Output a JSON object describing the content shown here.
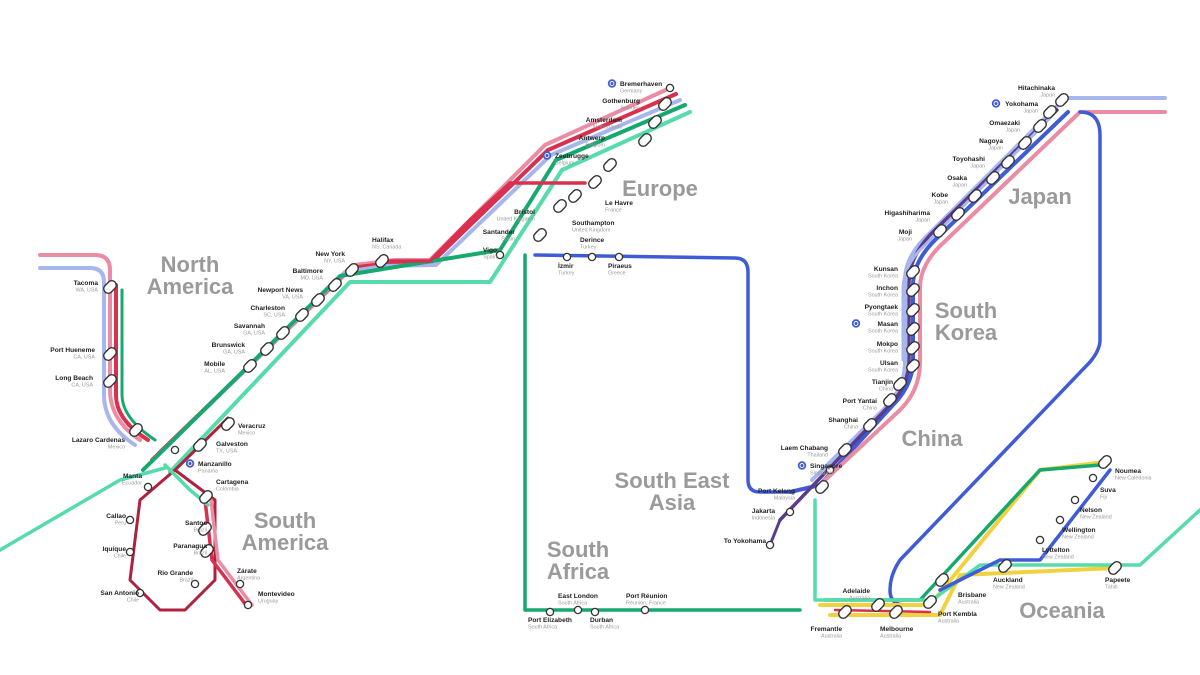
{
  "colors": {
    "red": "#d8304f",
    "dark_red": "#b0213e",
    "pink": "#ea8ca3",
    "blue_light": "#a8b6ee",
    "blue": "#3f5bd6",
    "purple": "#5b3b8c",
    "green": "#17a86f",
    "mint": "#56dbaa",
    "yellow": "#f2d13f",
    "gray_label": "#9a9a9a"
  },
  "regions": {
    "north_america": [
      "North",
      "America"
    ],
    "europe": [
      "Europe"
    ],
    "japan": [
      "Japan"
    ],
    "south_korea": [
      "South",
      "Korea"
    ],
    "china": [
      "China"
    ],
    "south_east_asia": [
      "South East",
      "Asia"
    ],
    "south_america": [
      "South",
      "America"
    ],
    "south_africa": [
      "South",
      "Africa"
    ],
    "oceania": [
      "Oceania"
    ]
  },
  "ports": [
    {
      "id": "bremerhaven",
      "name": "Bremerhaven",
      "country": "Germany",
      "hub": true
    },
    {
      "id": "gothenburg",
      "name": "Gothenburg",
      "country": "Sweden"
    },
    {
      "id": "amsterdam",
      "name": "Amsterdam",
      "country": "Netherlands"
    },
    {
      "id": "antwerp",
      "name": "Antwerp",
      "country": "Belgium"
    },
    {
      "id": "zeebrugge",
      "name": "Zeebrugge",
      "country": "Belgium",
      "hub": true
    },
    {
      "id": "le_havre",
      "name": "Le Havre",
      "country": "France"
    },
    {
      "id": "bristol",
      "name": "Bristol",
      "country": "United Kingdom"
    },
    {
      "id": "southampton",
      "name": "Southampton",
      "country": "United Kingdom"
    },
    {
      "id": "santander",
      "name": "Santander",
      "country": "Spain"
    },
    {
      "id": "vigo",
      "name": "Vigo",
      "country": "Spain"
    },
    {
      "id": "derince",
      "name": "Derince",
      "country": "Turkey"
    },
    {
      "id": "izmir",
      "name": "İzmir",
      "country": "Turkey"
    },
    {
      "id": "piraeus",
      "name": "Piraeus",
      "country": "Greece"
    },
    {
      "id": "halifax",
      "name": "Halifax",
      "country": "NS, Canada"
    },
    {
      "id": "new_york",
      "name": "New York",
      "country": "NY, USA"
    },
    {
      "id": "baltimore",
      "name": "Baltimore",
      "country": "MD, USA"
    },
    {
      "id": "newport_news",
      "name": "Newport News",
      "country": "VA, USA"
    },
    {
      "id": "charleston",
      "name": "Charleston",
      "country": "SC, USA"
    },
    {
      "id": "savannah",
      "name": "Savannah",
      "country": "GA, USA"
    },
    {
      "id": "brunswick",
      "name": "Brunswick",
      "country": "GA, USA"
    },
    {
      "id": "mobile",
      "name": "Mobile",
      "country": "AL, USA"
    },
    {
      "id": "tacoma",
      "name": "Tacoma",
      "country": "WA, USA"
    },
    {
      "id": "port_hueneme",
      "name": "Port Hueneme",
      "country": "CA, USA"
    },
    {
      "id": "long_beach",
      "name": "Long Beach",
      "country": "CA, USA"
    },
    {
      "id": "lazaro_cardenas",
      "name": "Lazaro Cardenas",
      "country": "Mexico"
    },
    {
      "id": "veracruz",
      "name": "Veracruz",
      "country": "Mexico"
    },
    {
      "id": "galveston",
      "name": "Galveston",
      "country": "TX, USA"
    },
    {
      "id": "manzanillo",
      "name": "Manzanillo",
      "country": "Panama",
      "hub": true
    },
    {
      "id": "manta",
      "name": "Manta",
      "country": "Ecuador"
    },
    {
      "id": "cartagena",
      "name": "Cartagena",
      "country": "Colombia"
    },
    {
      "id": "callao",
      "name": "Callao",
      "country": "Peru"
    },
    {
      "id": "santos",
      "name": "Santos",
      "country": "Brazil"
    },
    {
      "id": "paranagua",
      "name": "Paranagua",
      "country": "Brazil"
    },
    {
      "id": "iquique",
      "name": "Iquique",
      "country": "Chile"
    },
    {
      "id": "rio_grande",
      "name": "Rio Grande",
      "country": "Brazil"
    },
    {
      "id": "zarate",
      "name": "Zárate",
      "country": "Argentina"
    },
    {
      "id": "san_antonio",
      "name": "San Antonio",
      "country": "Chile"
    },
    {
      "id": "montevideo",
      "name": "Montevideo",
      "country": "Uruguay"
    },
    {
      "id": "east_london",
      "name": "East London",
      "country": "South Africa"
    },
    {
      "id": "port_reunion",
      "name": "Port Réunion",
      "country": "Réunion, France"
    },
    {
      "id": "port_elizabeth",
      "name": "Port Elizabeth",
      "country": "South Africa"
    },
    {
      "id": "durban",
      "name": "Durban",
      "country": "South Africa"
    },
    {
      "id": "hitachinaka",
      "name": "Hitachinaka",
      "country": "Japan"
    },
    {
      "id": "yokohama",
      "name": "Yokohama",
      "country": "Japan",
      "hub": true
    },
    {
      "id": "omaezaki",
      "name": "Omaezaki",
      "country": "Japan"
    },
    {
      "id": "nagoya",
      "name": "Nagoya",
      "country": "Japan"
    },
    {
      "id": "toyohashi",
      "name": "Toyohashi",
      "country": "Japan"
    },
    {
      "id": "osaka",
      "name": "Osaka",
      "country": "Japan"
    },
    {
      "id": "kobe",
      "name": "Kobe",
      "country": "Japan"
    },
    {
      "id": "higashiharima",
      "name": "Higashiharima",
      "country": "Japan"
    },
    {
      "id": "moji",
      "name": "Moji",
      "country": "Japan"
    },
    {
      "id": "kunsan",
      "name": "Kunsan",
      "country": "South Korea"
    },
    {
      "id": "inchon",
      "name": "Inchon",
      "country": "South Korea"
    },
    {
      "id": "pyongtaek",
      "name": "Pyongtaek",
      "country": "South Korea"
    },
    {
      "id": "masan",
      "name": "Masan",
      "country": "South Korea",
      "hub": true
    },
    {
      "id": "mokpo",
      "name": "Mokpo",
      "country": "South Korea"
    },
    {
      "id": "ulsan",
      "name": "Ulsan",
      "country": "South Korea"
    },
    {
      "id": "tianjin",
      "name": "Tianjin",
      "country": "China"
    },
    {
      "id": "port_yantai",
      "name": "Port Yantai",
      "country": "China"
    },
    {
      "id": "shanghai",
      "name": "Shanghai",
      "country": "China"
    },
    {
      "id": "laem_chabang",
      "name": "Laem Chabang",
      "country": "Thailand"
    },
    {
      "id": "singapore",
      "name": "Singapore",
      "country": "Singapore",
      "hub": true
    },
    {
      "id": "port_kelang",
      "name": "Port Kelang",
      "country": "Malaysia"
    },
    {
      "id": "jakarta",
      "name": "Jakarta",
      "country": "Indonesia"
    },
    {
      "id": "to_yokohama",
      "name": "To Yokohama",
      "country": ""
    },
    {
      "id": "noumea",
      "name": "Noumea",
      "country": "New Caledonia"
    },
    {
      "id": "suva",
      "name": "Suva",
      "country": "Fiji"
    },
    {
      "id": "nelson",
      "name": "Nelson",
      "country": "New Zealand"
    },
    {
      "id": "wellington",
      "name": "Wellington",
      "country": "New Zealand"
    },
    {
      "id": "lyttelton",
      "name": "Lyttelton",
      "country": "New Zealand"
    },
    {
      "id": "auckland",
      "name": "Auckland",
      "country": "New Zealand"
    },
    {
      "id": "papeete",
      "name": "Papeete",
      "country": "Tahiti"
    },
    {
      "id": "adelaide",
      "name": "Adelaide",
      "country": "Australia"
    },
    {
      "id": "brisbane",
      "name": "Brisbane",
      "country": "Australia"
    },
    {
      "id": "port_kembla",
      "name": "Port Kembla",
      "country": "Australia"
    },
    {
      "id": "fremantle",
      "name": "Fremantle",
      "country": "Australia"
    },
    {
      "id": "melbourne",
      "name": "Melbourne",
      "country": "Australia"
    }
  ]
}
